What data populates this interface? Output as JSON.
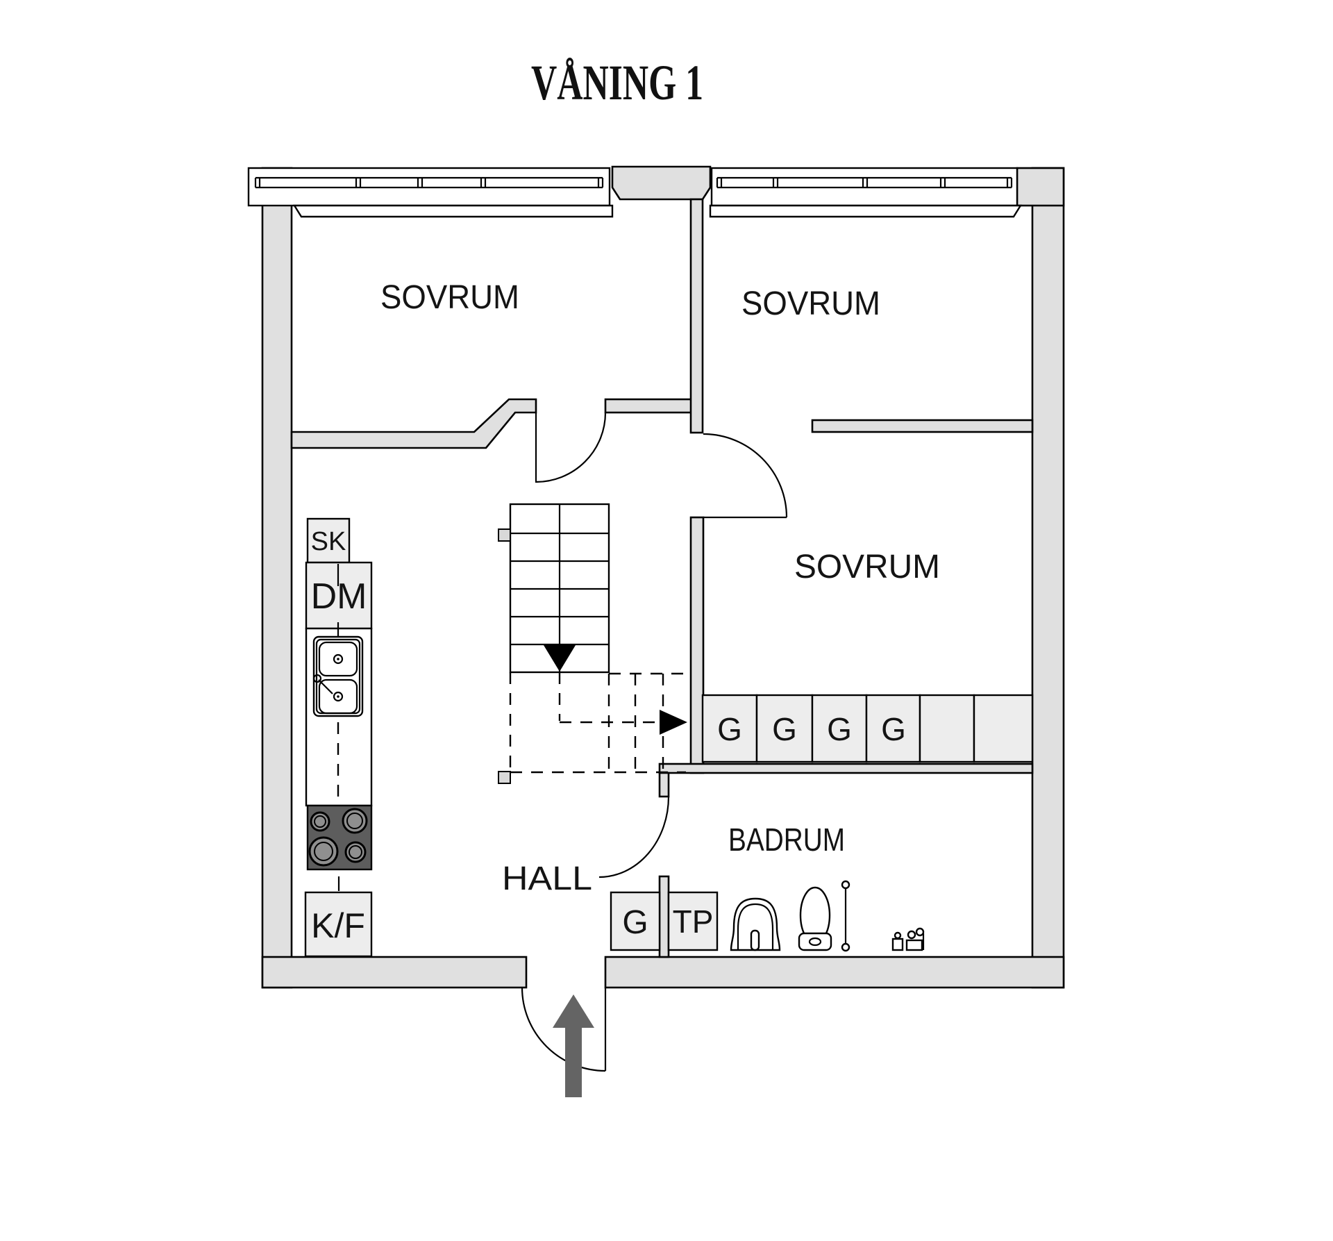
{
  "title": "VÅNING 1",
  "rooms": {
    "bedroom1": "SOVRUM",
    "bedroom2": "SOVRUM",
    "bedroom3": "SOVRUM",
    "hall": "HALL",
    "bathroom": "BADRUM"
  },
  "kitchen": {
    "cabinet": "SK",
    "dishwasher": "DM",
    "fridge_freezer": "K/F"
  },
  "closets": {
    "hall_wardrobe": "G",
    "bathroom_cabinet": "TP",
    "wardrobe_row": [
      "G",
      "G",
      "G",
      "G"
    ]
  },
  "colors": {
    "wall_fill": "#e0e0e0",
    "fixture_fill": "#ededed",
    "stove_fill": "#5d5d5d",
    "burner_fill": "#8f8f8f",
    "arrow": "#646464",
    "line": "#000000"
  }
}
